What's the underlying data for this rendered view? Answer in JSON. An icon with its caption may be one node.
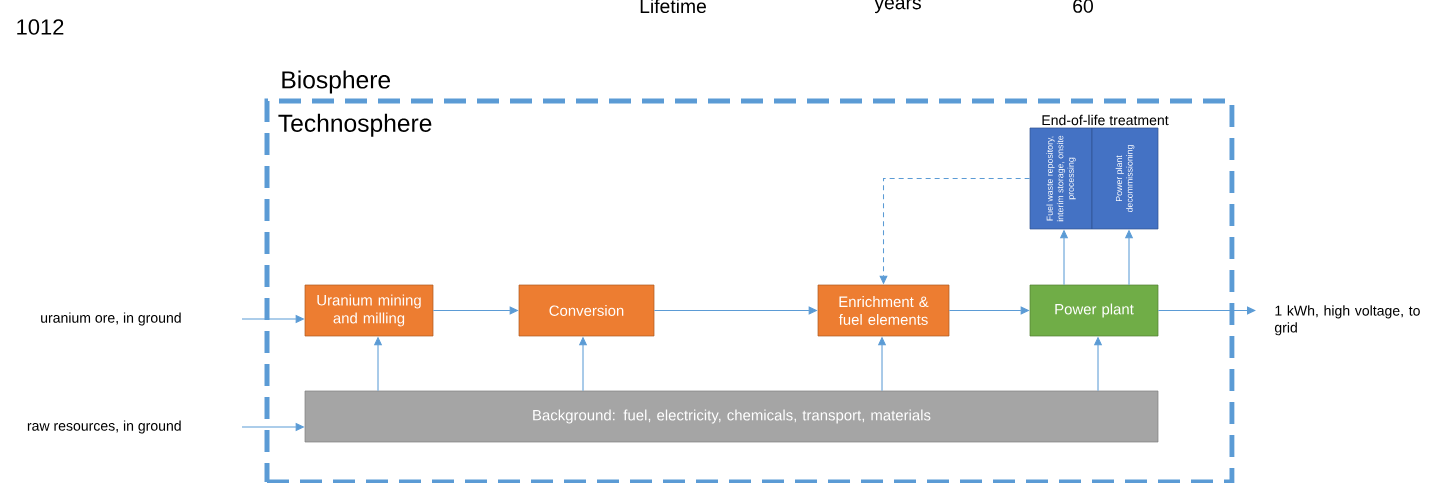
{
  "diagram": {
    "nodes": [
      {
        "text": [
          "Technosphere"
        ]
      },
      {
        "text": [
          "Fuel waste repository, interim storage, onsite processing"
        ],
        "in": 0
      },
      {
        "text": [
          "Power plant decommissioning"
        ],
        "in": 0
      },
      {
        "text": [
          "Uranium mining and milling"
        ],
        "in": 0
      },
      {
        "text": [
          "Conversion"
        ],
        "in": 0
      },
      {
        "text": [
          "Enrichment & fuel elements"
        ],
        "in": 0
      },
      {
        "text": [
          "Power plant"
        ],
        "in": 0
      },
      {
        "text": [
          "Background: fuel, electricity, chemicals, transport, materials"
        ],
        "in": 0
      },
      {
        "text": [
          "uranium ore, in ground"
        ]
      },
      {
        "text": [
          "raw resources, in ground"
        ]
      },
      {
        "text": [
          "1 kWh, high voltage, to grid"
        ]
      }
    ],
    "edges": [
      {
        "from": 8,
        "to": 3,
        "arrow": "to"
      },
      {
        "from": 9,
        "to": 7,
        "arrow": "to"
      },
      {
        "from": 3,
        "to": 4,
        "arrow": "to"
      },
      {
        "from": 4,
        "to": 5,
        "arrow": "to"
      },
      {
        "from": 5,
        "to": 6,
        "arrow": "to"
      },
      {
        "from": 6,
        "to": 10,
        "arrow": "to"
      },
      {
        "from": 7,
        "to": 3,
        "arrow": "to"
      },
      {
        "from": 7,
        "to": 4,
        "arrow": "to"
      },
      {
        "from": 7,
        "to": 5,
        "arrow": "to"
      },
      {
        "from": 7,
        "to": 6,
        "arrow": "to"
      },
      {
        "from": 6,
        "to": 1,
        "arrow": "to"
      },
      {
        "from": 6,
        "to": 2,
        "arrow": "to"
      },
      {
        "from": 1,
        "to": 5,
        "arrow": "to",
        "style": "dashed"
      }
    ],
    "labels": [
      "Lifetime",
      "years",
      "60",
      "1012",
      "Biosphere",
      "End-of-life treatment"
    ]
  }
}
